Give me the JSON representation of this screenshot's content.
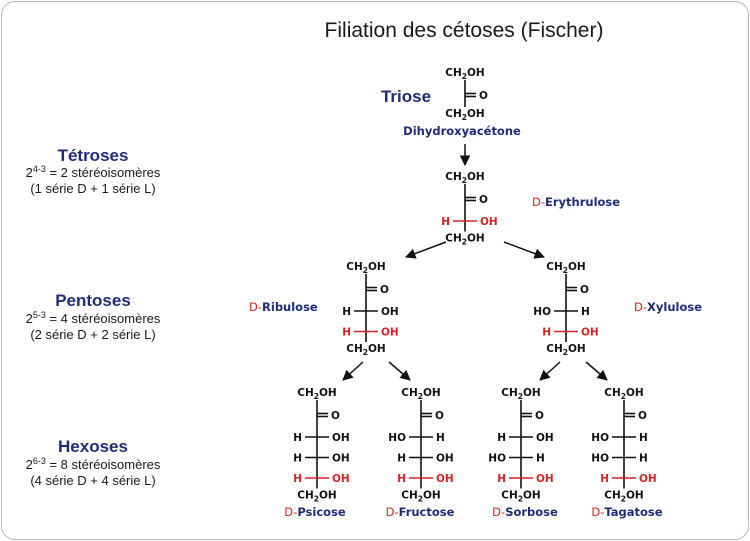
{
  "title": "Filiation des cétoses (Fischer)",
  "levels": {
    "triose": {
      "label": "Triose"
    },
    "tetroses": {
      "label": "Tétroses",
      "base": "2",
      "exp": "4-3",
      "count_text": " = 2 stéréoisomères",
      "series_text": "(1 série D + 1 série L)"
    },
    "pentoses": {
      "label": "Pentoses",
      "base": "2",
      "exp": "5-3",
      "count_text": " = 4 stéréoisomères",
      "series_text": "(2 série D + 2 série L)"
    },
    "hexoses": {
      "label": "Hexoses",
      "base": "2",
      "exp": "6-3",
      "count_text": " = 8 stéréoisomères",
      "series_text": "(4 série D + 4 série L)"
    }
  },
  "atoms": {
    "ch2oh_a": "CH",
    "ch2oh_sub": "2",
    "ch2oh_b": "OH",
    "o": "O",
    "h": "H",
    "oh": "OH",
    "ho": "HO"
  },
  "d_prefix": "D-",
  "molecules": {
    "dha": {
      "name": "Dihydroxyacétone"
    },
    "erythrulose": {
      "name": "Erythrulose"
    },
    "ribulose": {
      "name": "Ribulose"
    },
    "xylulose": {
      "name": "Xylulose"
    },
    "psicose": {
      "name": "Psicose"
    },
    "fructose": {
      "name": "Fructose"
    },
    "sorbose": {
      "name": "Sorbose"
    },
    "tagatose": {
      "name": "Tagatose"
    }
  },
  "colors": {
    "heading": "#1f2c78",
    "highlight": "#d42424",
    "text": "#1a1a1a"
  }
}
